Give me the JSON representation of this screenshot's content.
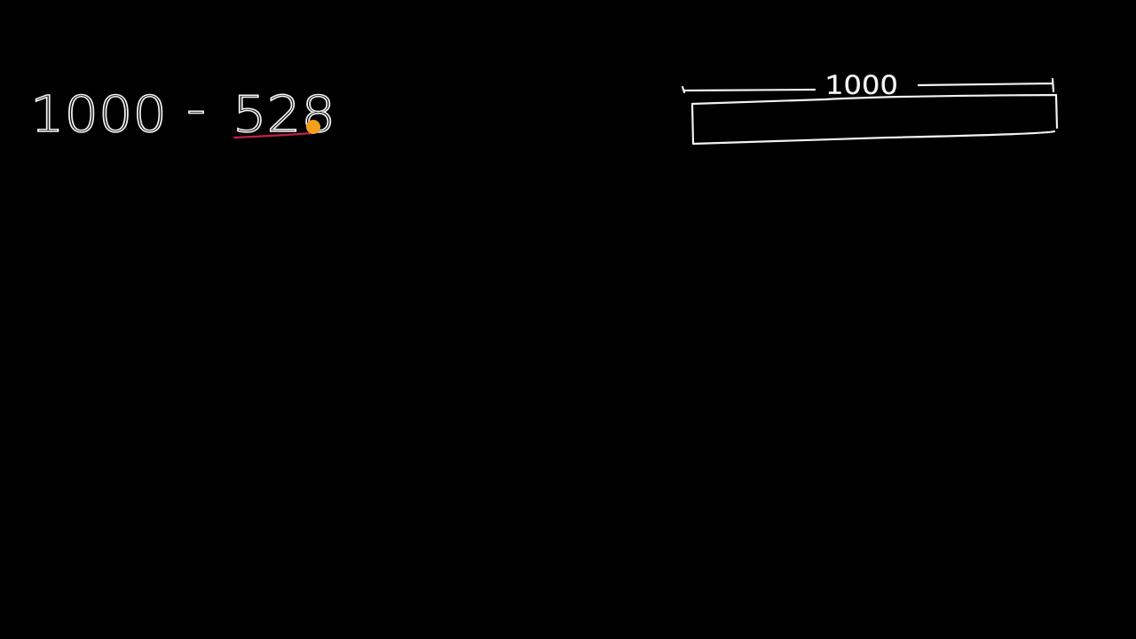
{
  "expression": {
    "minuend": "1000",
    "operator": "-",
    "subtrahend": "528"
  },
  "bar_model": {
    "total_label": "1000"
  },
  "colors": {
    "background": "#000000",
    "chalk": "#f2f2f2",
    "underline": "#c0204a",
    "cursor": "#f5a01a"
  }
}
